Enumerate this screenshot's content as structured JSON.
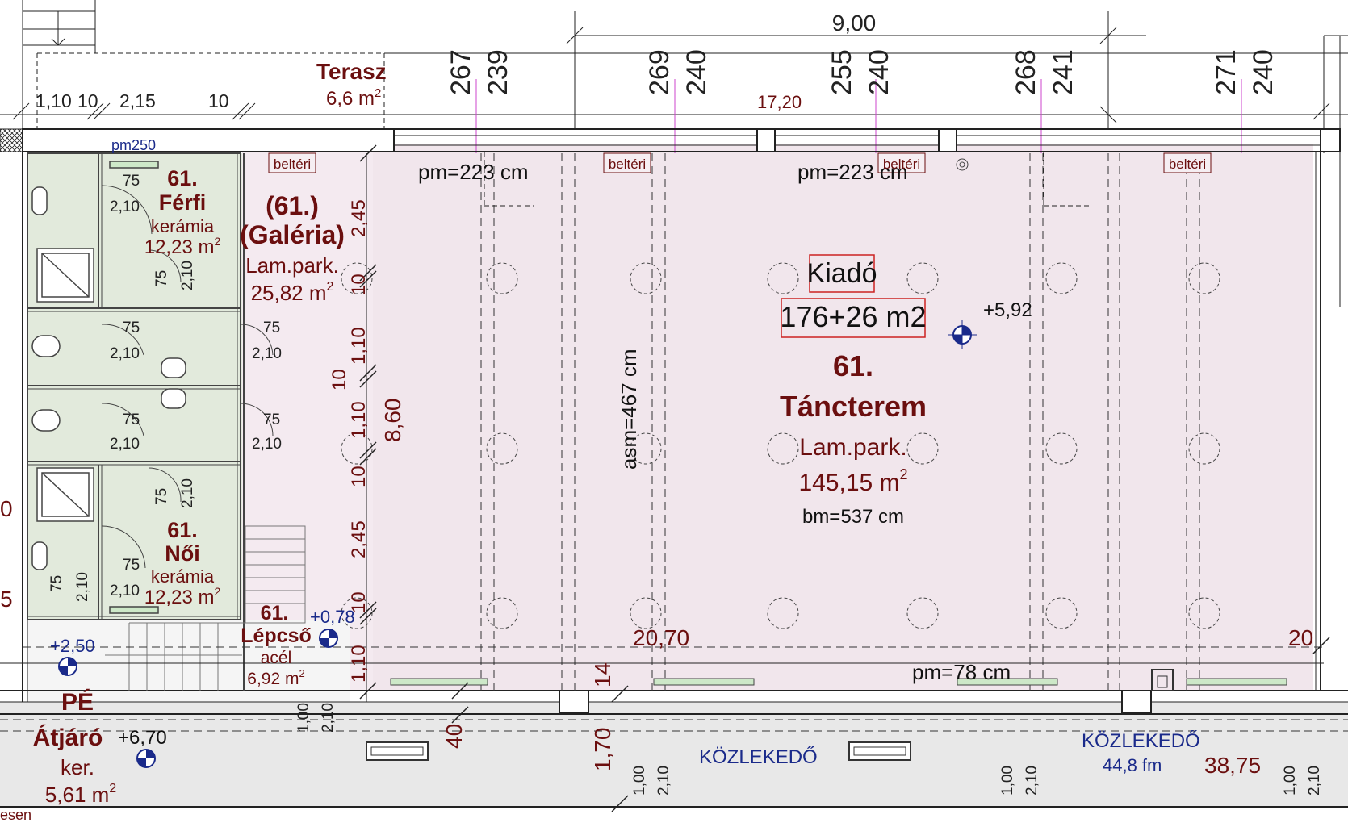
{
  "dimensions_top": {
    "overall": "9,00",
    "left_a": "1,10",
    "left_b": "10",
    "left_c": "2,15",
    "left_d": "10",
    "span": "17,20",
    "window_heights": [
      "267",
      "239",
      "269",
      "240",
      "255",
      "240",
      "268",
      "241",
      "271",
      "240"
    ]
  },
  "rooms": {
    "terrace": {
      "name": "Terasz",
      "area": "6,6 m",
      "sup": "2"
    },
    "men": {
      "number": "61.",
      "name": "Férfi",
      "floor": "kerámia",
      "area": "12,23 m",
      "sup": "2"
    },
    "gallery": {
      "number": "(61.)",
      "name": "(Galéria)",
      "floor": "Lam.park.",
      "area": "25,82 m",
      "sup": "2"
    },
    "women": {
      "number": "61.",
      "name": "Női",
      "floor": "kerámia",
      "area": "12,23 m",
      "sup": "2"
    },
    "stairs": {
      "number": "61.",
      "name": "Lépcső",
      "floor": "acél",
      "area": "6,92 m",
      "sup": "2"
    },
    "passage": {
      "number": "PÉ",
      "name": "Átjáró",
      "floor": "ker.",
      "area": "5,61 m",
      "sup": "2"
    },
    "dance": {
      "rent": "Kiadó",
      "rent_area": "176+26 m2",
      "number": "61.",
      "name": "Táncterem",
      "floor": "Lam.park.",
      "area": "145,15 m",
      "sup": "2",
      "bm": "bm=537 cm"
    }
  },
  "corridor": {
    "label1": "KÖZLEKEDŐ",
    "label2": "KÖZLEKEDŐ",
    "length": "44,8 fm",
    "dim": "38,75"
  },
  "annotations": {
    "pm250": "pm250",
    "pm223_a": "pm=223 cm",
    "pm223_b": "pm=223 cm",
    "pm78": "pm=78 cm",
    "asm": "asm=467 cm",
    "belteri": "beltéri",
    "level_592": "+5,92",
    "level_078": "+0,78",
    "level_250": "+2,50",
    "level_670": "+6,70",
    "dim_2070": "20,70",
    "dim_20": "20",
    "dim_14": "14",
    "dim_170": "1,70",
    "dim_40": "40",
    "dim_860": "8,60",
    "door_75": "75",
    "door_210": "2,10",
    "door_100": "1,00",
    "vert_dims": [
      "2,45",
      "10",
      "1,10",
      "10",
      "1,10",
      "10",
      "2,45",
      "10",
      "1,10"
    ],
    "edge_0": "0",
    "edge_5": "5",
    "edge_esen": "esen"
  },
  "colors": {
    "dance_floor": "#f1e6ec",
    "wet_rooms": "#e2eadc",
    "corridor": "#e8e8e8",
    "room_text": "#6b0f0f",
    "rent_box": "#cc2222",
    "window_mark": "#cc44cc",
    "blue_text": "#1a2a8a"
  }
}
